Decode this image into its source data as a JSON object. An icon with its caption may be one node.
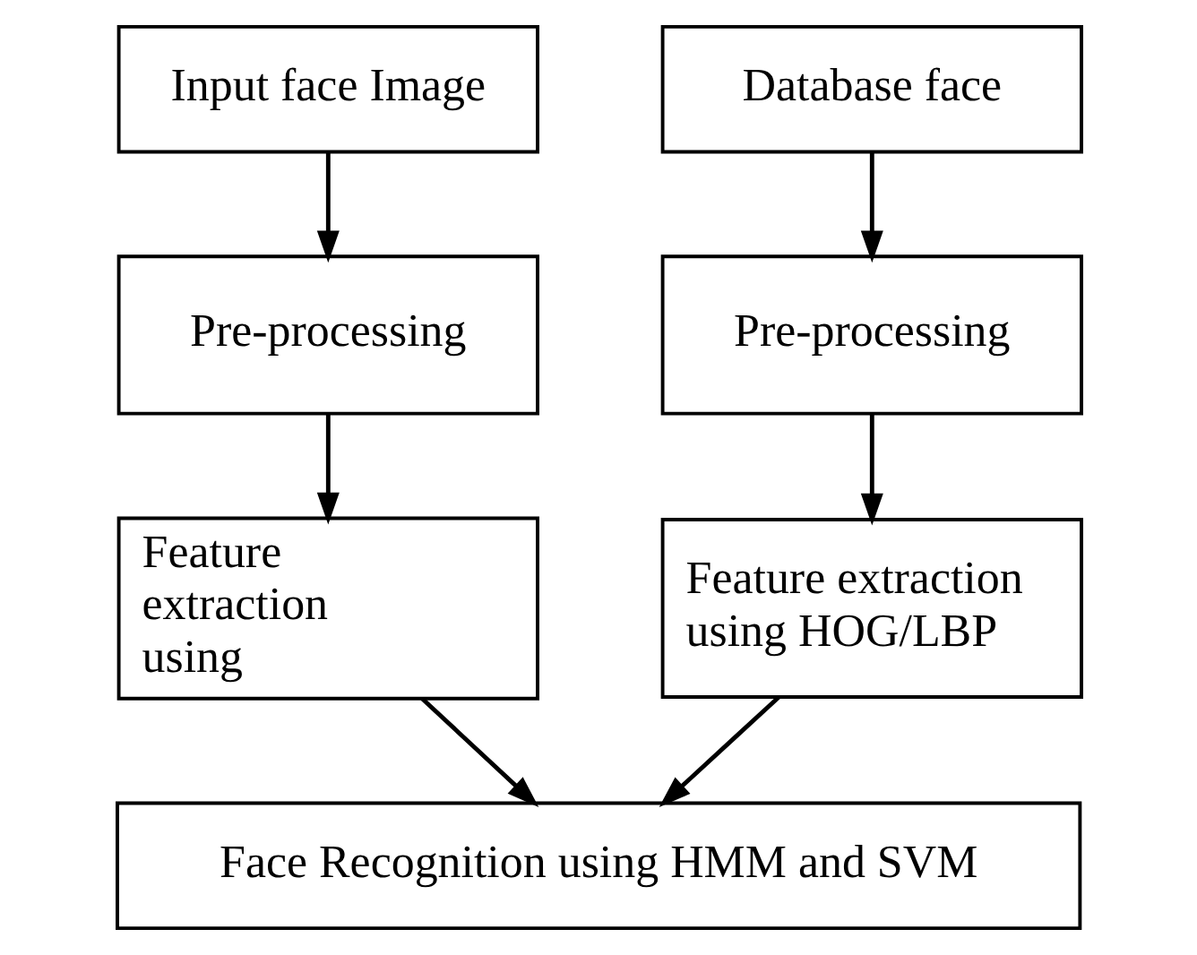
{
  "diagram": {
    "nodes": [
      {
        "text": [
          "Input face Image"
        ]
      },
      {
        "text": [
          "Database face"
        ]
      },
      {
        "text": [
          "Pre-processing"
        ]
      },
      {
        "text": [
          "Pre-processing"
        ]
      },
      {
        "text": [
          "Feature extraction using"
        ]
      },
      {
        "text": [
          "Feature extraction using HOG/LBP"
        ]
      },
      {
        "text": [
          "Face Recognition using HMM and SVM"
        ]
      }
    ],
    "edges": [
      {
        "from": 0,
        "to": 2,
        "arrow": "to"
      },
      {
        "from": 1,
        "to": 3,
        "arrow": "to"
      },
      {
        "from": 2,
        "to": 4,
        "arrow": "to"
      },
      {
        "from": 3,
        "to": 5,
        "arrow": "to"
      },
      {
        "from": 4,
        "to": 6,
        "arrow": "to"
      },
      {
        "from": 5,
        "to": 6,
        "arrow": "to"
      }
    ]
  }
}
